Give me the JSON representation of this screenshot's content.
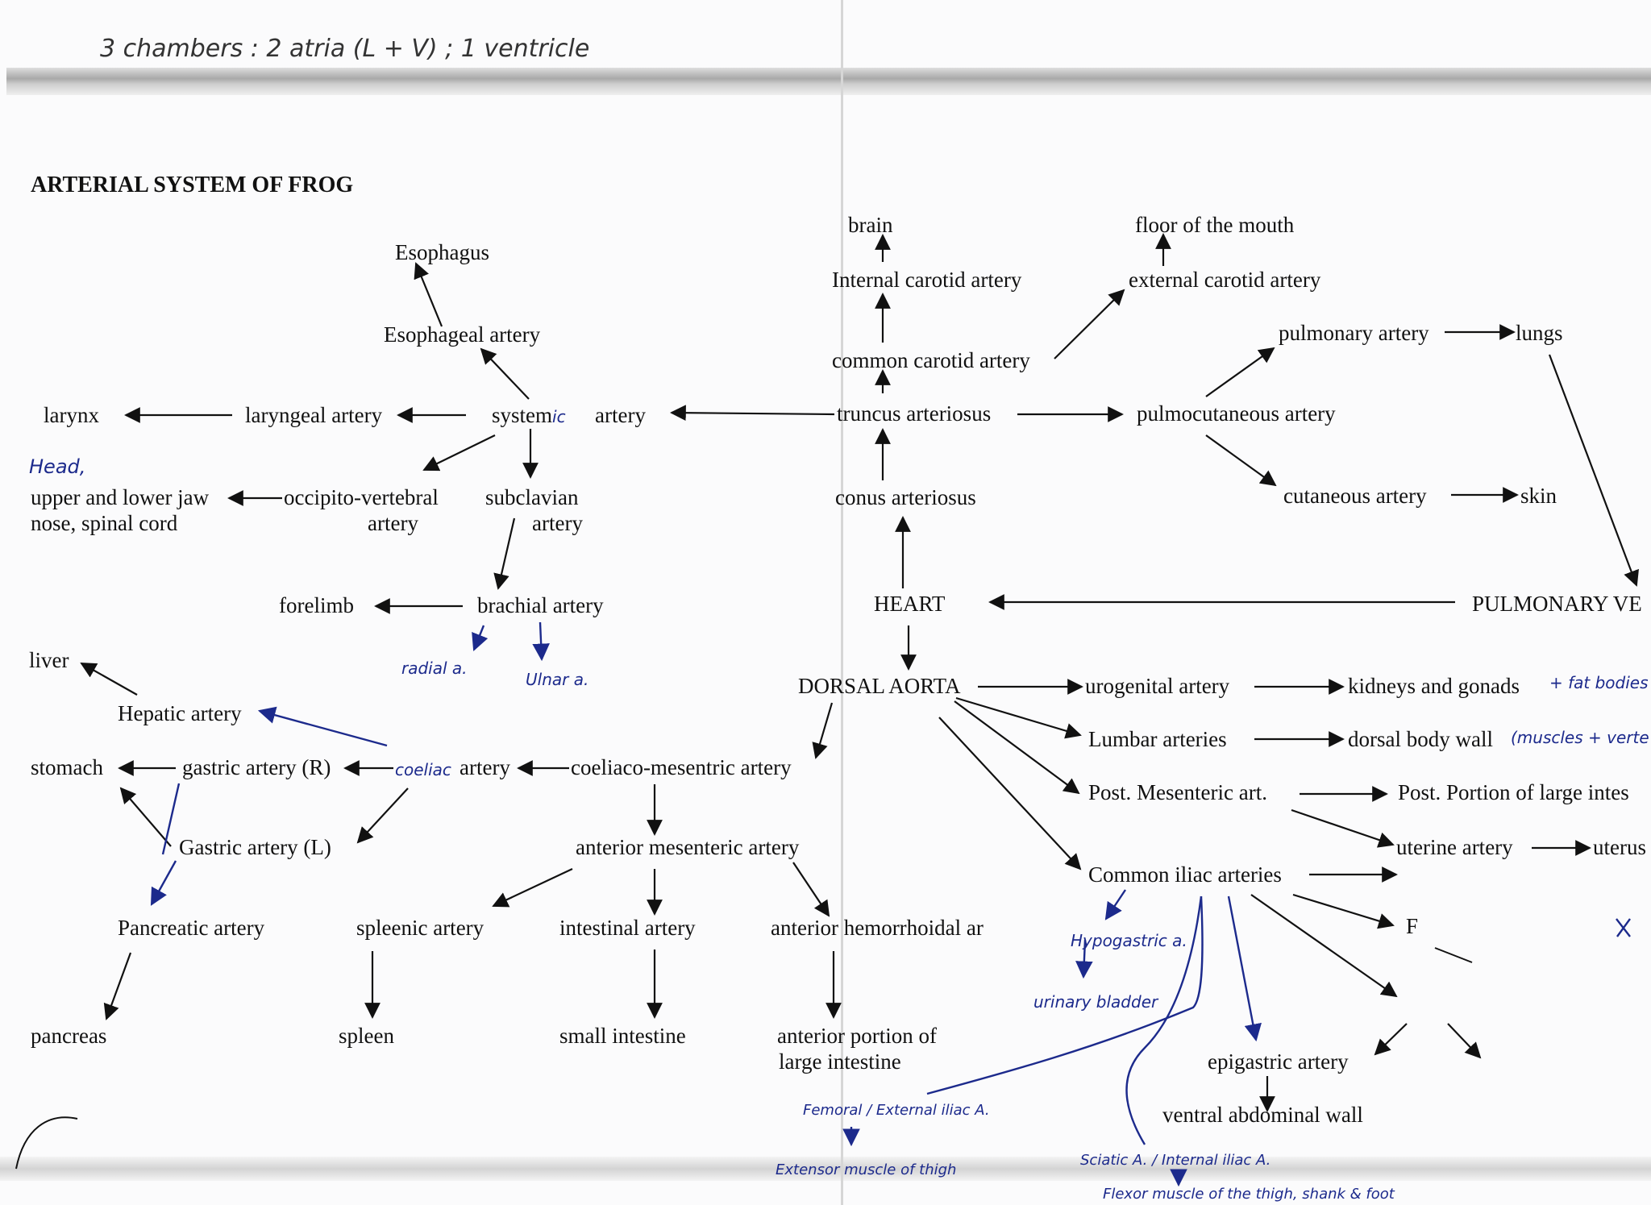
{
  "header_note": "3 chambers : 2 atria (L + V) ; 1 ventricle",
  "title": "ARTERIAL SYSTEM OF FROG",
  "nodes": {
    "esophagus": "Esophagus",
    "esophageal_artery": "Esophageal artery",
    "larynx": "larynx",
    "laryngeal_artery": "laryngeal artery",
    "systemic_artery_1": "system",
    "systemic_artery_hw": "ic",
    "systemic_artery_2": "artery",
    "upper_lower_jaw": "upper and lower jaw",
    "nose_spinal_cord": "nose, spinal cord",
    "occipito_vertebral": "occipito-vertebral",
    "occipito_vertebral_2": "artery",
    "subclavian": "subclavian",
    "subclavian_2": "artery",
    "forelimb": "forelimb",
    "brachial_artery": "brachial artery",
    "liver": "liver",
    "hepatic_artery": "Hepatic artery",
    "stomach": "stomach",
    "gastric_r": "gastric artery (R)",
    "coeliac_artery": "artery",
    "coeliaco_mesentric": "coeliaco-mesentric artery",
    "gastric_l": "Gastric artery (L)",
    "pancreatic_artery": "Pancreatic artery",
    "pancreas": "pancreas",
    "anterior_mesenteric": "anterior mesenteric artery",
    "spleenic_artery": "spleenic artery",
    "spleen": "spleen",
    "intestinal_artery": "intestinal artery",
    "small_intestine": "small intestine",
    "anterior_hemorrhoidal": "anterior hemorrhoidal ar",
    "anterior_portion_1": "anterior portion of",
    "anterior_portion_2": "large intestine",
    "brain": "brain",
    "internal_carotid": "Internal carotid artery",
    "common_carotid": "common carotid artery",
    "truncus": "truncus arteriosus",
    "conus": "conus arteriosus",
    "heart": "HEART",
    "dorsal_aorta": "DORSAL AORTA",
    "floor_mouth": "floor of the mouth",
    "external_carotid": "external carotid artery",
    "pulmonary_artery": "pulmonary artery",
    "lungs": "lungs",
    "pulmocutaneous": "pulmocutaneous artery",
    "cutaneous": "cutaneous artery",
    "skin": "skin",
    "pulmonary_vein": "PULMONARY VE",
    "urogenital": "urogenital artery",
    "kidneys_gonads": "kidneys and gonads",
    "lumbar": "Lumbar arteries",
    "dorsal_body_wall": "dorsal body wall",
    "post_mesenteric": "Post. Mesenteric art.",
    "post_portion": "Post. Portion of large intes",
    "uterine_artery": "uterine artery",
    "uterus": "uterus",
    "common_iliac": "Common iliac arteries",
    "f_label": "F",
    "epigastric": "epigastric artery",
    "ventral_abdominal": "ventral abdominal wall"
  },
  "handwritten": {
    "head": "Head,",
    "radial": "radial a.",
    "ulnar": "Ulnar a.",
    "coeliac": "coeliac",
    "fat_bodies": "+ fat bodies",
    "muscles_vertebrae": "(muscles + verte",
    "hypogastric": "Hypogastric a.",
    "urinary_bladder": "urinary bladder",
    "femoral": "Femoral / External iliac A.",
    "extensor": "Extensor muscle of thigh",
    "sciatic": "Sciatic A. / Internal iliac A.",
    "flexor": "Flexor muscle of the thigh, shank & foot"
  }
}
